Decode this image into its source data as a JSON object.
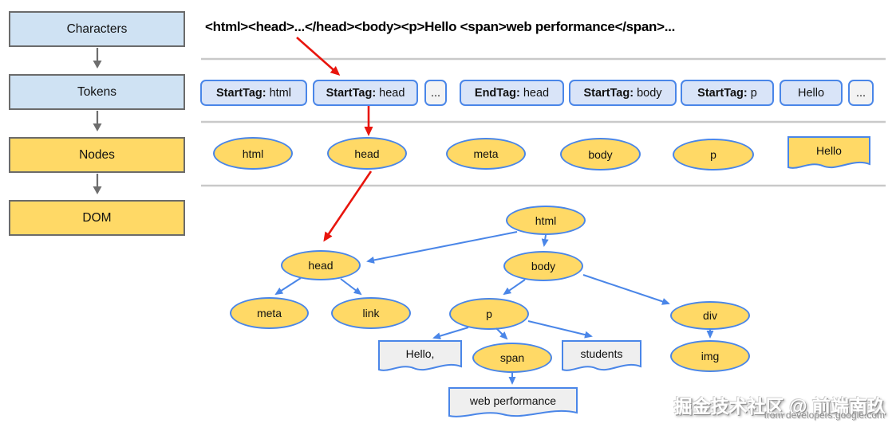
{
  "colors": {
    "accent_blue": "#4a86e8",
    "light_blue": "#cfe2f3",
    "yellow": "#ffd966",
    "token_fill": "#d9e4f8",
    "dots_fill": "#f3f3f3",
    "textnode_fill": "#efefef",
    "red": "#e8150d",
    "gray_arrow": "#6e6e6e",
    "separator": "#c9c9c9",
    "box_border": "#6b6b6b"
  },
  "pipeline": {
    "steps": [
      {
        "label": "Characters",
        "style": "blue"
      },
      {
        "label": "Tokens",
        "style": "blue"
      },
      {
        "label": "Nodes",
        "style": "yellow"
      },
      {
        "label": "DOM",
        "style": "yellow"
      }
    ]
  },
  "source": {
    "code": "<html><head>...</head><body><p>Hello <span>web performance</span>..."
  },
  "tokens": {
    "items": [
      {
        "type": "StartTag:",
        "value": "html"
      },
      {
        "type": "StartTag:",
        "value": "head"
      },
      {
        "label": "..."
      },
      {
        "type": "EndTag:",
        "value": "head"
      },
      {
        "type": "StartTag:",
        "value": "body"
      },
      {
        "type": "StartTag:",
        "value": "p"
      },
      {
        "label": "Hello"
      },
      {
        "label": "..."
      }
    ]
  },
  "nodes": {
    "items": [
      "html",
      "head",
      "meta",
      "body",
      "p"
    ],
    "text_node": "Hello"
  },
  "dom_tree": {
    "elements": {
      "html": "html",
      "head": "head",
      "body": "body",
      "meta": "meta",
      "link": "link",
      "p": "p",
      "span": "span",
      "div": "div",
      "img": "img"
    },
    "text_nodes": {
      "hello": "Hello,",
      "students": "students",
      "web_performance": "web performance"
    },
    "edges": [
      [
        "html",
        "head"
      ],
      [
        "html",
        "body"
      ],
      [
        "head",
        "meta"
      ],
      [
        "head",
        "link"
      ],
      [
        "body",
        "p"
      ],
      [
        "body",
        "div"
      ],
      [
        "p",
        "Hello,"
      ],
      [
        "p",
        "span"
      ],
      [
        "p",
        "students"
      ],
      [
        "span",
        "web performance"
      ],
      [
        "div",
        "img"
      ]
    ]
  },
  "watermark": {
    "community": "掘金技术社区 @ 前端南玖",
    "attribution": "from developers.google.com"
  }
}
